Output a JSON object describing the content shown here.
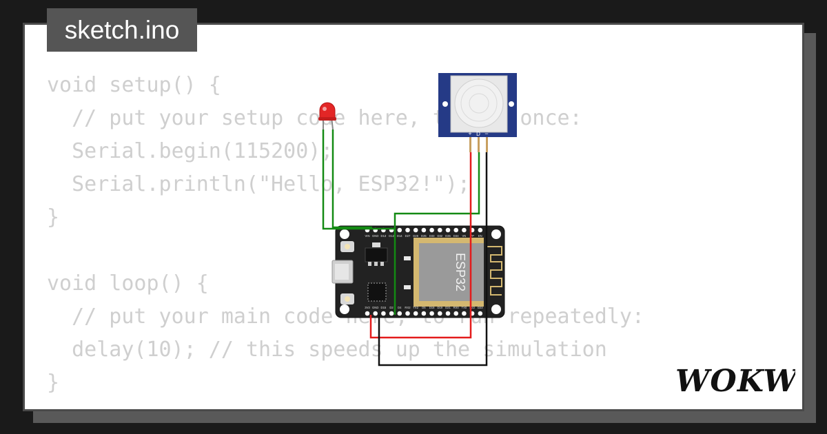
{
  "file_tab": {
    "name": "sketch.ino"
  },
  "code_lines": [
    "void setup() {",
    "  // put your setup code here, to run once:",
    "  Serial.begin(115200);",
    "  Serial.println(\"Hello, ESP32!\");",
    "}",
    "",
    "void loop() {",
    "  // put your main code here, to run repeatedly:",
    "  delay(10); // this speeds up the simulation",
    "}"
  ],
  "pir_sensor": {
    "pins": [
      "+",
      "D",
      "−"
    ]
  },
  "esp32": {
    "chip_label": "ESP32",
    "top_pins": [
      "VIN",
      "GND",
      "D13",
      "D12",
      "D14",
      "D27",
      "D26",
      "D25",
      "D33",
      "D32",
      "D35",
      "D34",
      "VN",
      "VP",
      "EN"
    ],
    "bottom_pins": [
      "3V3",
      "GND",
      "D15",
      "D2",
      "D4",
      "RX2",
      "TX2",
      "D5",
      "D18",
      "D19",
      "D21",
      "RX0",
      "TX0",
      "D22",
      "D23"
    ]
  },
  "logo": {
    "text": "WOKWi"
  },
  "colors": {
    "wire_green": "#138a13",
    "wire_red": "#e31b1b",
    "wire_black": "#111111",
    "pir_blue": "#253a86",
    "board": "#222222"
  }
}
